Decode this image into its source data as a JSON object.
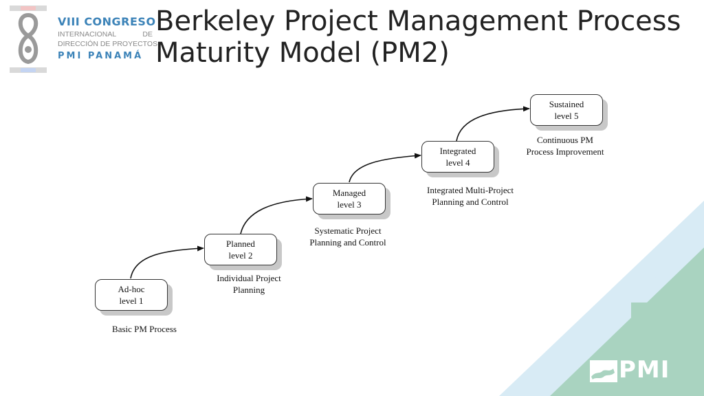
{
  "logo": {
    "line1": "VIII   CONGRESO",
    "line2_left": "INTERNACIONAL",
    "line2_right": "DE",
    "line3": "DIRECCIÓN DE PROYECTOS",
    "line4": "PMI PANAMÁ",
    "colors": {
      "blue": "#3c83b8",
      "gray": "#888888"
    }
  },
  "slide": {
    "title_line1": "Berkeley Project Management Process",
    "title_line2": "Maturity Model (PM2)"
  },
  "levels": [
    {
      "name": "Ad-hoc",
      "level": "level 1",
      "caption_line1": "Basic PM Process",
      "caption_line2": ""
    },
    {
      "name": "Planned",
      "level": "level 2",
      "caption_line1": "Individual Project",
      "caption_line2": "Planning"
    },
    {
      "name": "Managed",
      "level": "level 3",
      "caption_line1": "Systematic Project",
      "caption_line2": "Planning and Control"
    },
    {
      "name": "Integrated",
      "level": "level 4",
      "caption_line1": "Integrated Multi-Project",
      "caption_line2": "Planning and Control"
    },
    {
      "name": "Sustained",
      "level": "level 5",
      "caption_line1": "Continuous PM",
      "caption_line2": "Process Improvement"
    }
  ],
  "footer": {
    "pmi_text": "PMI",
    "colors": {
      "light_blue": "#d6eaf5",
      "green": "#a9d3c0",
      "white": "#ffffff"
    }
  }
}
